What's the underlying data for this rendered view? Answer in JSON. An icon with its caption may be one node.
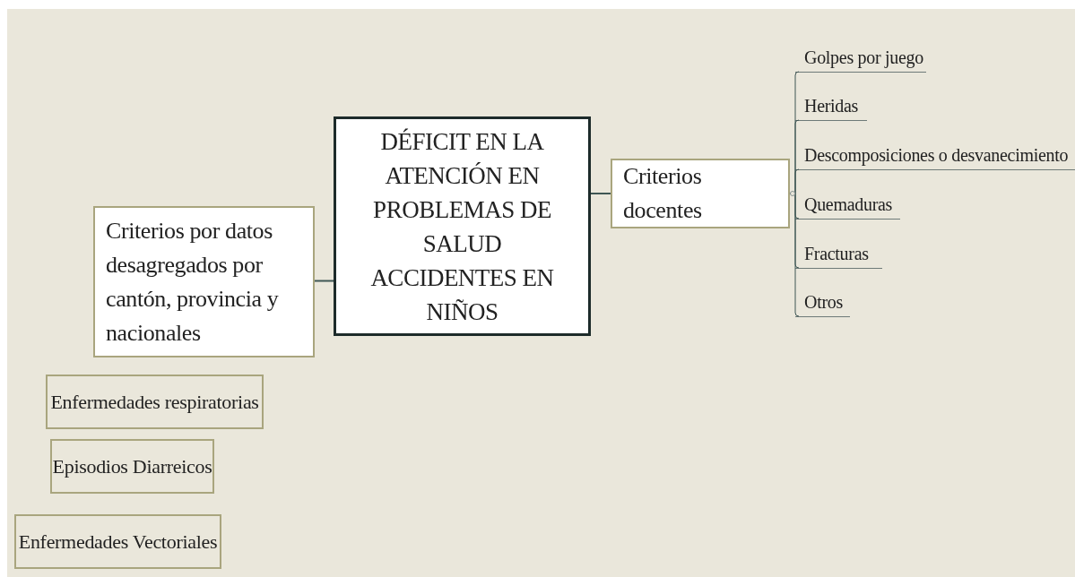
{
  "diagram": {
    "nodes": [
      {
        "text": [
          "DÉFICIT EN LA ATENCIÓN EN PROBLEMAS DE SALUD ACCIDENTES EN NIÑOS"
        ]
      },
      {
        "text": [
          "Criterios docentes"
        ]
      },
      {
        "text": [
          "Golpes por juego"
        ]
      },
      {
        "text": [
          "Heridas"
        ]
      },
      {
        "text": [
          "Descomposiciones o desvanecimiento"
        ]
      },
      {
        "text": [
          "Quemaduras"
        ]
      },
      {
        "text": [
          "Fracturas"
        ]
      },
      {
        "text": [
          "Otros"
        ]
      },
      {
        "text": [
          "Criterios por datos desagregados por cantón, provincia y nacionales"
        ]
      },
      {
        "text": [
          "Enfermedades respiratorias"
        ]
      },
      {
        "text": [
          "Episodios Diarreicos"
        ]
      },
      {
        "text": [
          "Enfermedades Vectoriales"
        ]
      }
    ],
    "edges": [
      {
        "from": 0,
        "to": 1,
        "arrow": "none"
      },
      {
        "from": 1,
        "to": 2,
        "arrow": "none"
      },
      {
        "from": 1,
        "to": 3,
        "arrow": "none"
      },
      {
        "from": 1,
        "to": 4,
        "arrow": "none"
      },
      {
        "from": 1,
        "to": 5,
        "arrow": "none"
      },
      {
        "from": 1,
        "to": 6,
        "arrow": "none"
      },
      {
        "from": 1,
        "to": 7,
        "arrow": "none"
      },
      {
        "from": 0,
        "to": 8,
        "arrow": "none"
      }
    ]
  }
}
